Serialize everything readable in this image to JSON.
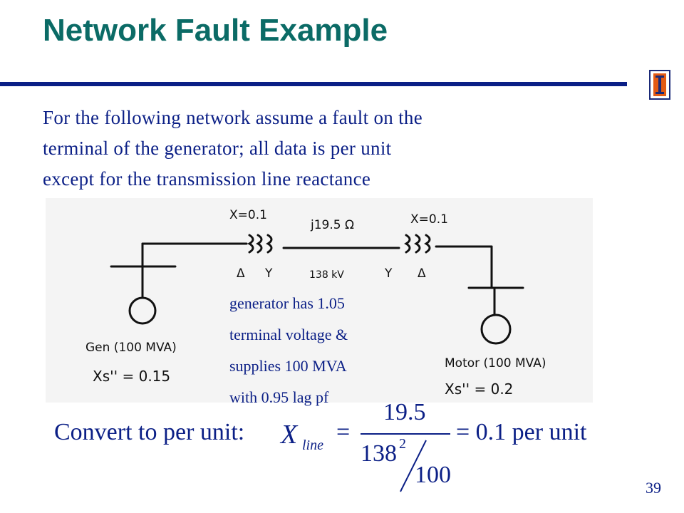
{
  "slide": {
    "title": "Network Fault Example",
    "intro_lines": [
      "For the following network assume a fault on the",
      "terminal of the generator; all data is per unit",
      "except for the transmission  line reactance"
    ],
    "page_number": "39",
    "accent_color": "#0b1f86",
    "title_color": "#0b6b66"
  },
  "diagram": {
    "left_xfmr_reactance": "X=0.1",
    "line_impedance": "j19.5 Ω",
    "right_xfmr_reactance": "X=0.1",
    "left_delta": "Δ",
    "left_wye": "Y",
    "line_voltage": "138 kV",
    "right_wye": "Y",
    "right_delta": "Δ",
    "gen_label": "Gen (100 MVA)",
    "gen_reactance": "Xs'' = 0.15",
    "motor_label": "Motor (100 MVA)",
    "motor_reactance": "Xs'' = 0.2"
  },
  "note_lines": [
    "generator has 1.05",
    "terminal voltage &",
    "supplies 100 MVA",
    "with 0.95 lag pf"
  ],
  "formula": {
    "prefix": "Convert to per unit:",
    "symbol": "X",
    "subscript": "line",
    "equals": "=",
    "numerator": "19.5",
    "denominator_base": "138",
    "denominator_exp": "2",
    "denominator_div": "100",
    "result": "= 0.1 per unit"
  }
}
